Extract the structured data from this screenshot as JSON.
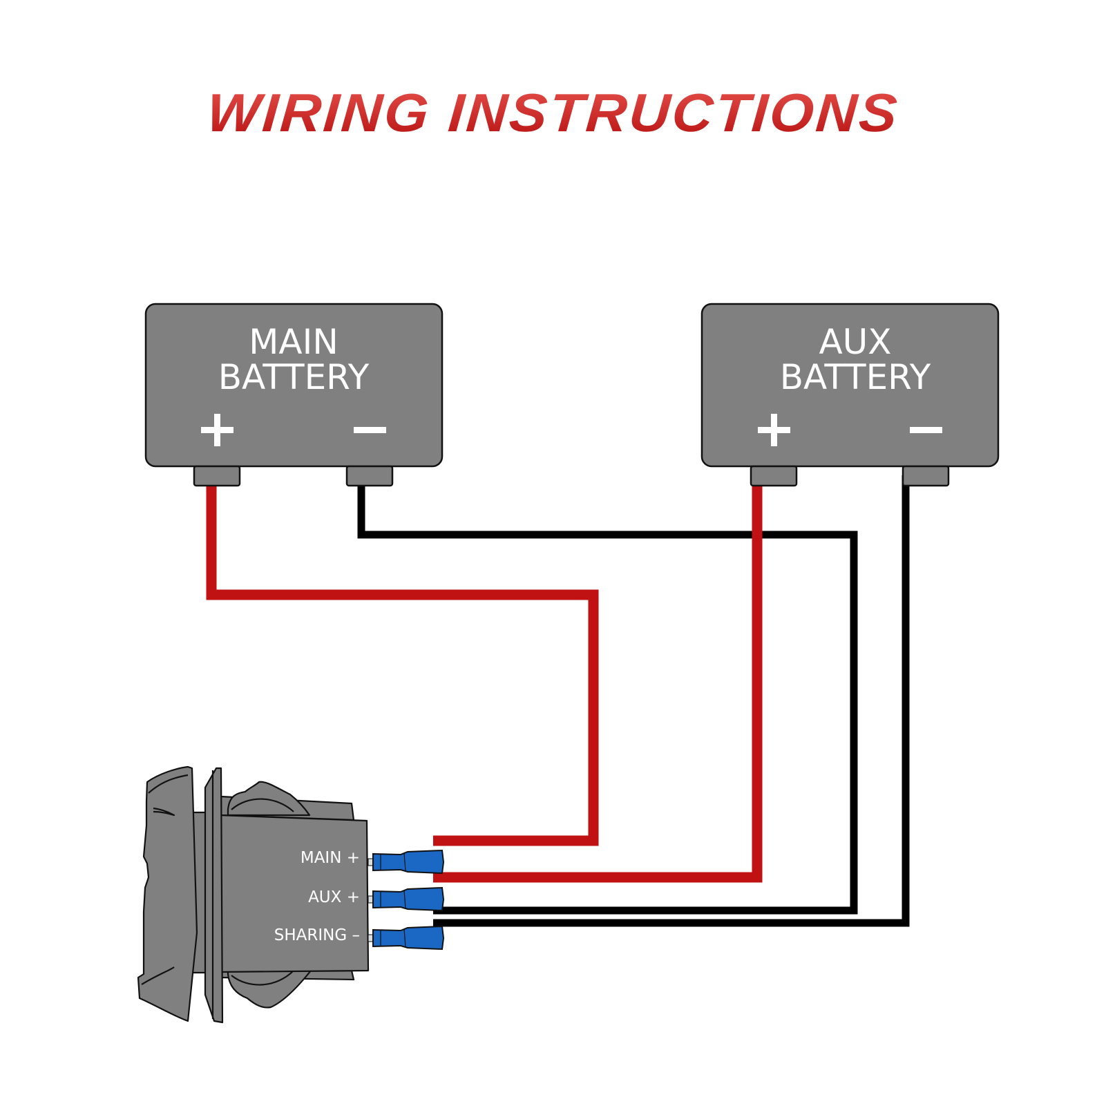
{
  "title": "WIRING INSTRUCTIONS",
  "colors": {
    "title_top": "#e8534d",
    "title_bottom": "#b50f0f",
    "battery_fill": "#808080",
    "outline": "#111111",
    "red_wire": "#c01212",
    "black_wire": "#000000",
    "connector_blue": "#1a68c4",
    "label_text": "#ffffff"
  },
  "batteries": [
    {
      "id": "main",
      "line1": "MAIN",
      "line2": "BATTERY",
      "positive_symbol": "+",
      "negative_symbol": "−"
    },
    {
      "id": "aux",
      "line1": "AUX",
      "line2": "BATTERY",
      "positive_symbol": "+",
      "negative_symbol": "−"
    }
  ],
  "switch": {
    "terminals": [
      {
        "label": "MAIN +",
        "wire_color": "red"
      },
      {
        "label": "AUX +",
        "wire_color": "red"
      },
      {
        "label": "SHARING –",
        "wire_color": "black"
      }
    ]
  },
  "connections": [
    {
      "from": "MAIN BATTERY +",
      "to": "MAIN +",
      "color": "red"
    },
    {
      "from": "AUX BATTERY +",
      "to": "AUX +",
      "color": "red"
    },
    {
      "from": "MAIN BATTERY −",
      "to": "SHARING –",
      "color": "black"
    },
    {
      "from": "AUX BATTERY −",
      "to": "SHARING –",
      "color": "black"
    }
  ]
}
